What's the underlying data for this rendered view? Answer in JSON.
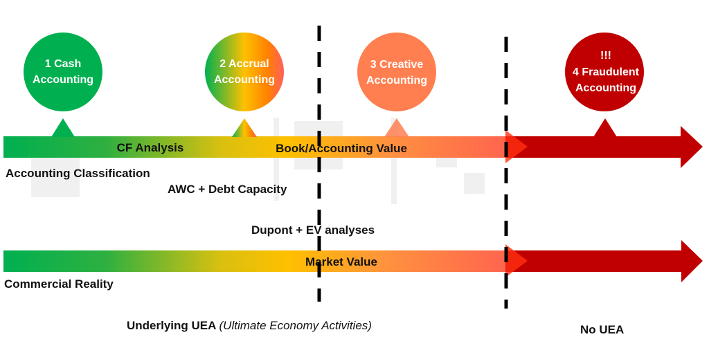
{
  "stages": [
    {
      "line1": "1 Cash",
      "line2": "Accounting",
      "color": "#00b050"
    },
    {
      "line1": "2 Accrual",
      "line2": "Accounting",
      "color": "gradient"
    },
    {
      "line1": "3 Creative",
      "line2": "Accounting",
      "color": "#ff7f50"
    },
    {
      "line0": "!!!",
      "line1": "4 Fraudulent",
      "line2": "Accounting",
      "color": "#c00000"
    }
  ],
  "top_bar": {
    "left_label": "CF Analysis",
    "center_label": "Book/Accounting Value"
  },
  "bottom_bar": {
    "label": "Market Value"
  },
  "labels": {
    "accounting_classification": "Accounting Classification",
    "awc": "AWC + Debt Capacity",
    "dupont": "Dupont + EV analyses",
    "commercial_reality": "Commercial Reality",
    "underlying": "Underlying UEA",
    "underlying_note": "(Ultimate Economy Activities)",
    "no_uea": "No UEA"
  },
  "colors": {
    "green": "#00b050",
    "yellow": "#ffc000",
    "orange": "#ff7f50",
    "red": "#c00000"
  }
}
